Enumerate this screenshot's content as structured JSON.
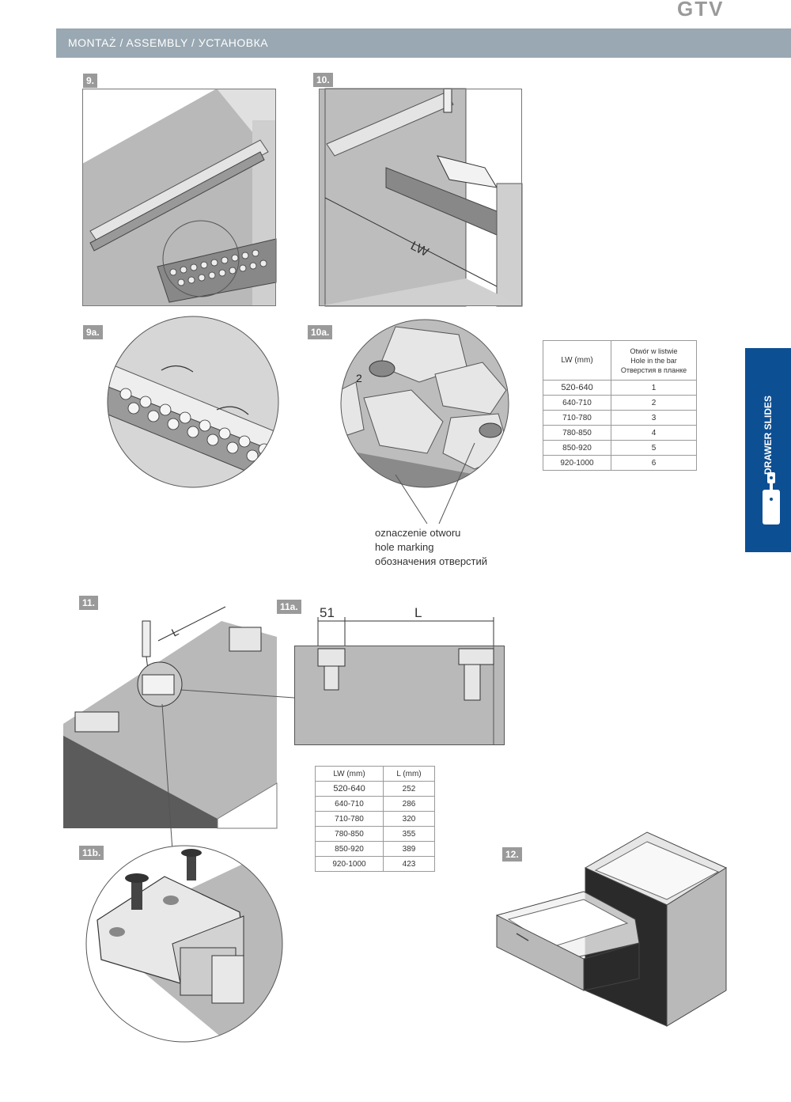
{
  "brand": {
    "logo": "GTV"
  },
  "header": {
    "title": "MONTAŻ / ASSEMBLY / УСТАНОВКА"
  },
  "side_tab": {
    "label": "DRAWER SLIDES"
  },
  "steps": {
    "s9": "9.",
    "s9a": "9a.",
    "s10": "10.",
    "s10a": "10a.",
    "s11": "11.",
    "s11a": "11a.",
    "s11b": "11b.",
    "s12": "12."
  },
  "labels": {
    "lw": "LW",
    "dim_51": "51",
    "dim_l": "L",
    "hole_num": "2"
  },
  "hole_marking": {
    "pl": "oznaczenie otworu",
    "en": "hole marking",
    "ru": "обозначения отверстий"
  },
  "table_holes": {
    "headers": [
      "LW (mm)",
      "Otwór w listwie",
      "Hole in the bar",
      "Отверстия в планке"
    ],
    "rows": [
      [
        "520-640",
        "1"
      ],
      [
        "640-710",
        "2"
      ],
      [
        "710-780",
        "3"
      ],
      [
        "780-850",
        "4"
      ],
      [
        "850-920",
        "5"
      ],
      [
        "920-1000",
        "6"
      ]
    ]
  },
  "table_length": {
    "headers": [
      "LW (mm)",
      "L (mm)"
    ],
    "rows": [
      [
        "520-640",
        "252"
      ],
      [
        "640-710",
        "286"
      ],
      [
        "710-780",
        "320"
      ],
      [
        "780-850",
        "355"
      ],
      [
        "850-920",
        "389"
      ],
      [
        "920-1000",
        "423"
      ]
    ]
  }
}
